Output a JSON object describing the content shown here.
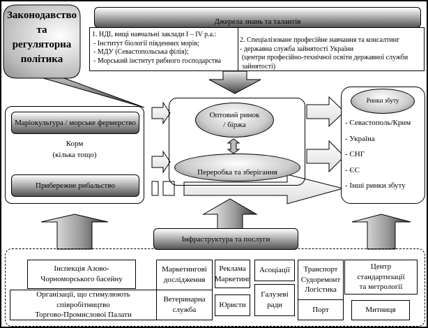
{
  "legislation": {
    "line1": "Законодавство",
    "line2": "та",
    "line3": "регуляторна",
    "line4": "політика"
  },
  "knowledge": {
    "title": "Джерела знань та талантів",
    "left": {
      "heading": "1.  НДІ, вищі навчальні заклади І – IV р.а.:",
      "items": [
        "-   Інститут біології південних морів;",
        "-   МДУ (Севастопольська філія);",
        "-   Морський інститут рибного господарства"
      ]
    },
    "right": {
      "heading": "2. Спеціалізоване професійне навчання та консалтинг",
      "items": [
        "- державна служба зайнятості України",
        "(центри професійно-технічної освіти державної служби зайнятості)"
      ]
    }
  },
  "production": {
    "mariculture": "Маріокультура / морське фермерство",
    "feed": "Корм",
    "feed_note": "(кілька тощо)",
    "fishing": "Прибережне рибальство"
  },
  "center": {
    "wholesale_line1": "Оптовий ринок",
    "wholesale_line2": "/ біржа",
    "processing": "Переробка та зберігання"
  },
  "markets": {
    "title": "Ринки збуту",
    "items": [
      "- Севастополь/Крим",
      "- Україна",
      "- СНГ",
      "- ЄС",
      "- Інші ринки збуту"
    ]
  },
  "infrastructure": {
    "title": "Інфраструктура та послуги",
    "inspection": "Інспекція Азово-Чорноморського басейну",
    "organizations_line1": "Організації, що стимулюють співробітництво",
    "organizations_line2": "Торгово-Промислової Палати",
    "marketing_research": "Маркетингові дослідження",
    "veterinary": "Ветеринарна служба",
    "advertising": "Реклама Маркетинг",
    "lawyers": "Юристи",
    "associations": "Асоціації",
    "councils": "Галузеві ради",
    "transport": "Транспорт Судоремонт Логістика",
    "port": "Порт",
    "standards": "Центр стандартизації та метрології",
    "customs": "Митниця"
  }
}
